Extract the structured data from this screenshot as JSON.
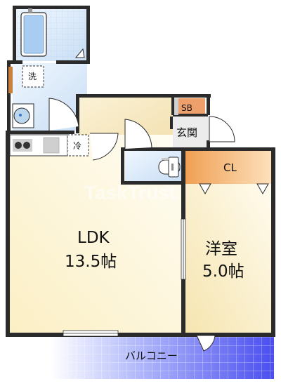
{
  "rooms": {
    "washroom": "洗",
    "storage_box": "SB",
    "entrance": "玄関",
    "fridge": "冷",
    "closet": "CL",
    "ldk_name": "LDK",
    "ldk_size": "13.5帖",
    "western_name": "洋室",
    "western_size": "5.0帖",
    "balcony": "バルコニー"
  },
  "watermark": "TaskTrust",
  "colors": {
    "wall": "#2b2b2b",
    "ldk_floor": "#fbf3d8",
    "kitchen_floor": "#f6e6bf",
    "wet_area": "#dcebfa",
    "closet": "#f2b066",
    "storage_box": "#e9a06a",
    "entrance": "#eeeeee",
    "balcony": "#5b5cf0"
  }
}
